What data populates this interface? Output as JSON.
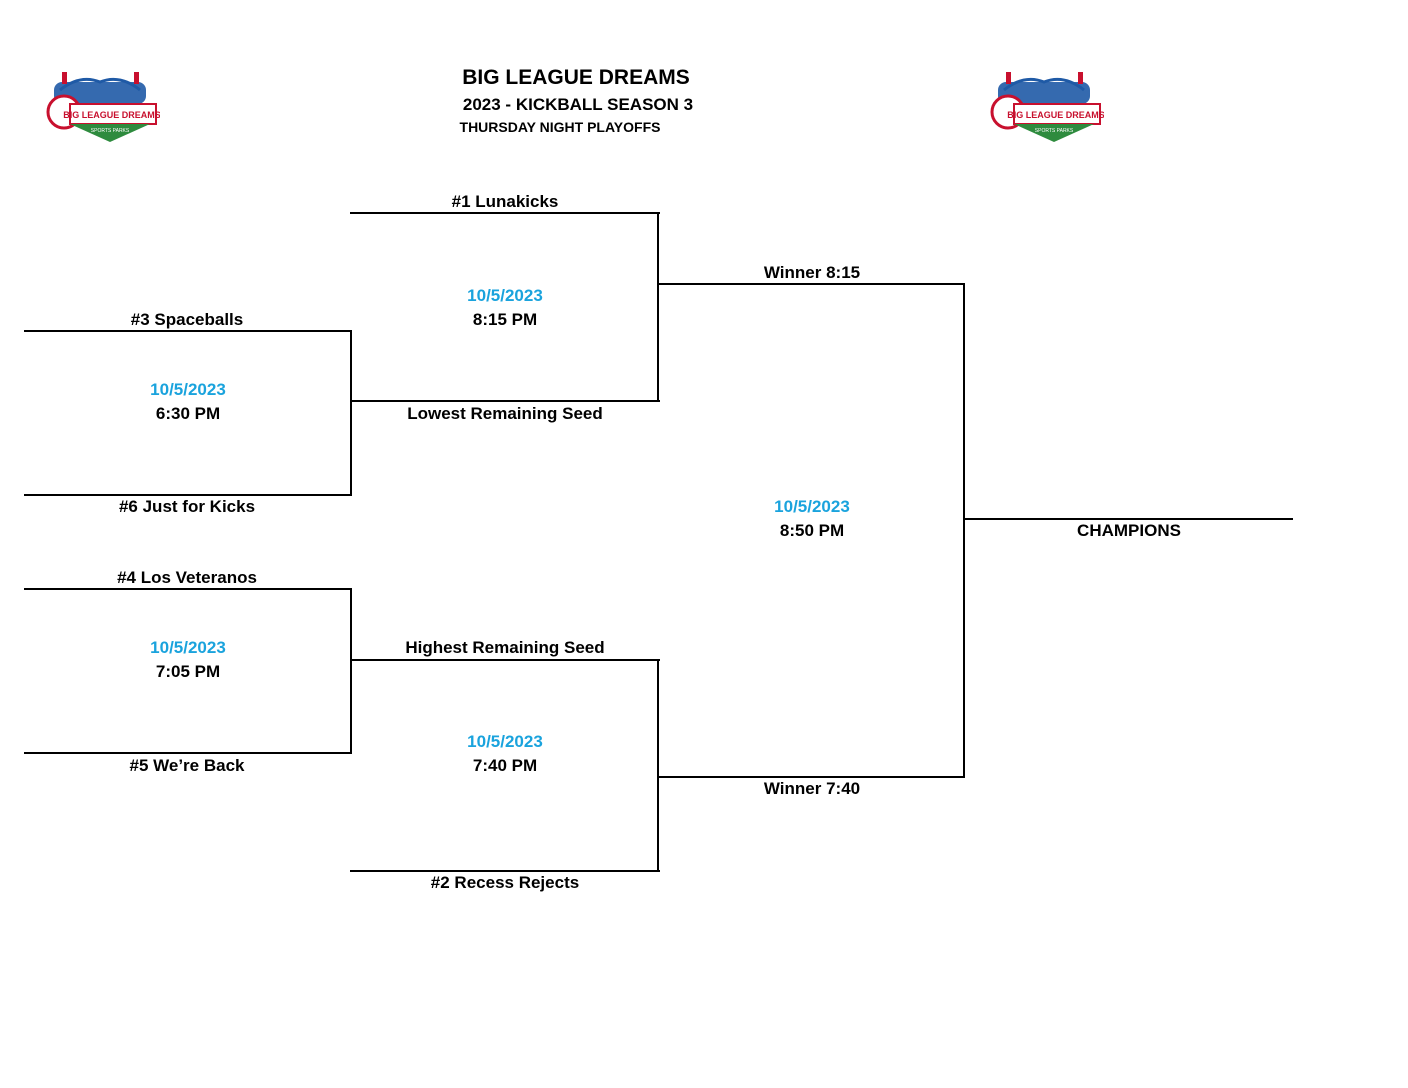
{
  "header": {
    "title": "BIG LEAGUE DREAMS",
    "subtitle": "2023 - KICKBALL SEASON 3",
    "night": "THURSDAY  NIGHT PLAYOFFS"
  },
  "logo": {
    "text": "BIG LEAGUE DREAMS",
    "subtext": "SPORTS PARKS"
  },
  "round1": {
    "game1": {
      "top": "#3 Spaceballs",
      "bottom": "#6 Just for Kicks",
      "date": "10/5/2023",
      "time": "6:30 PM"
    },
    "game2": {
      "top": "#4 Los Veteranos",
      "bottom": "#5 We’re Back",
      "date": "10/5/2023",
      "time": "7:05 PM"
    }
  },
  "round2": {
    "game1": {
      "top": "#1 Lunakicks",
      "bottom": "Lowest Remaining Seed",
      "date": "10/5/2023",
      "time": "8:15 PM"
    },
    "game2": {
      "top": "Highest Remaining Seed",
      "bottom": "#2 Recess Rejects",
      "date": "10/5/2023",
      "time": "7:40 PM"
    }
  },
  "final": {
    "top": "Winner 8:15",
    "bottom": "Winner 7:40",
    "date": "10/5/2023",
    "time": "8:50 PM"
  },
  "champion": {
    "label": "CHAMPIONS"
  },
  "colors": {
    "date": "#1aa3dd",
    "line": "#000000",
    "logo_red": "#c8102e",
    "logo_blue": "#1f5aa6",
    "logo_green": "#2e8b3e"
  }
}
